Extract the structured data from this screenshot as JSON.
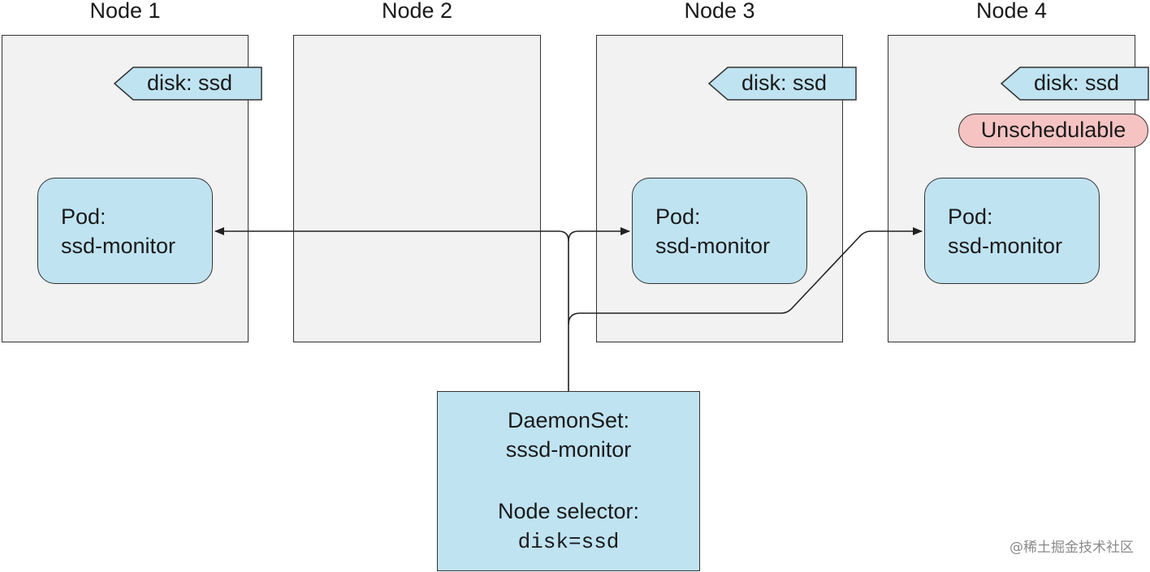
{
  "nodes": [
    {
      "title": "Node 1",
      "label": "disk: ssd",
      "pod_line1": "Pod:",
      "pod_line2": "ssd-monitor"
    },
    {
      "title": "Node 2"
    },
    {
      "title": "Node 3",
      "label": "disk: ssd",
      "pod_line1": "Pod:",
      "pod_line2": "ssd-monitor"
    },
    {
      "title": "Node 4",
      "label": "disk: ssd",
      "status": "Unschedulable",
      "pod_line1": "Pod:",
      "pod_line2": "ssd-monitor"
    }
  ],
  "daemonset": {
    "line1": "DaemonSet:",
    "line2": "sssd-monitor",
    "line3": "Node selector:",
    "selector": "disk=ssd"
  },
  "watermark": "@稀土掘金技术社区",
  "colors": {
    "node_bg": "#f2f2f2",
    "pod_fill": "#bfe3f1",
    "label_fill": "#bfe3f1",
    "unschedulable_fill": "#f6c3c3",
    "stroke": "#333333"
  }
}
